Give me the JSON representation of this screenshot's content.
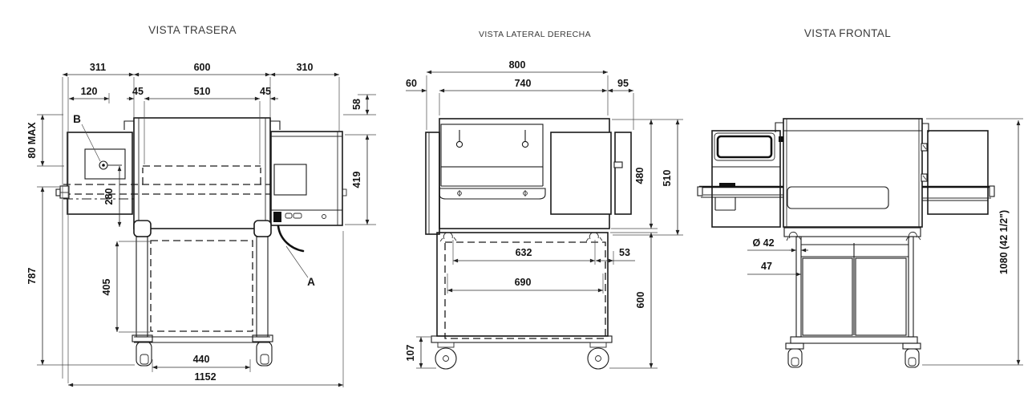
{
  "drawing": {
    "rear": {
      "title": "VISTA TRASERA",
      "labels": {
        "cable": "A",
        "control": "B"
      },
      "dims": {
        "top_left": "311",
        "top_center": "600",
        "top_right": "310",
        "row2_left": "120",
        "row2_45_left": "45",
        "row2_center": "510",
        "row2_45_right": "45",
        "right_upper": "58",
        "right_lower": "419",
        "left_upper": "80 MAX",
        "left_lower": "787",
        "inner_vertical": "280",
        "stand_height": "405",
        "stand_width": "440",
        "overall_width": "1152"
      }
    },
    "side": {
      "title": "VISTA LATERAL DERECHA",
      "dims": {
        "overall_width": "800",
        "body_width": "740",
        "left_offset": "60",
        "right_offset": "95",
        "body_height": "480",
        "total_upper_height": "510",
        "stand_inner_width": "632",
        "stand_offset": "53",
        "stand_width": "690",
        "stand_height": "600",
        "caster_height": "107"
      }
    },
    "front": {
      "title": "VISTA FRONTAL",
      "dims": {
        "leg_diameter": "Ø 42",
        "leg_offset": "47",
        "overall_height": "1080 (42 1/2\")"
      }
    }
  }
}
